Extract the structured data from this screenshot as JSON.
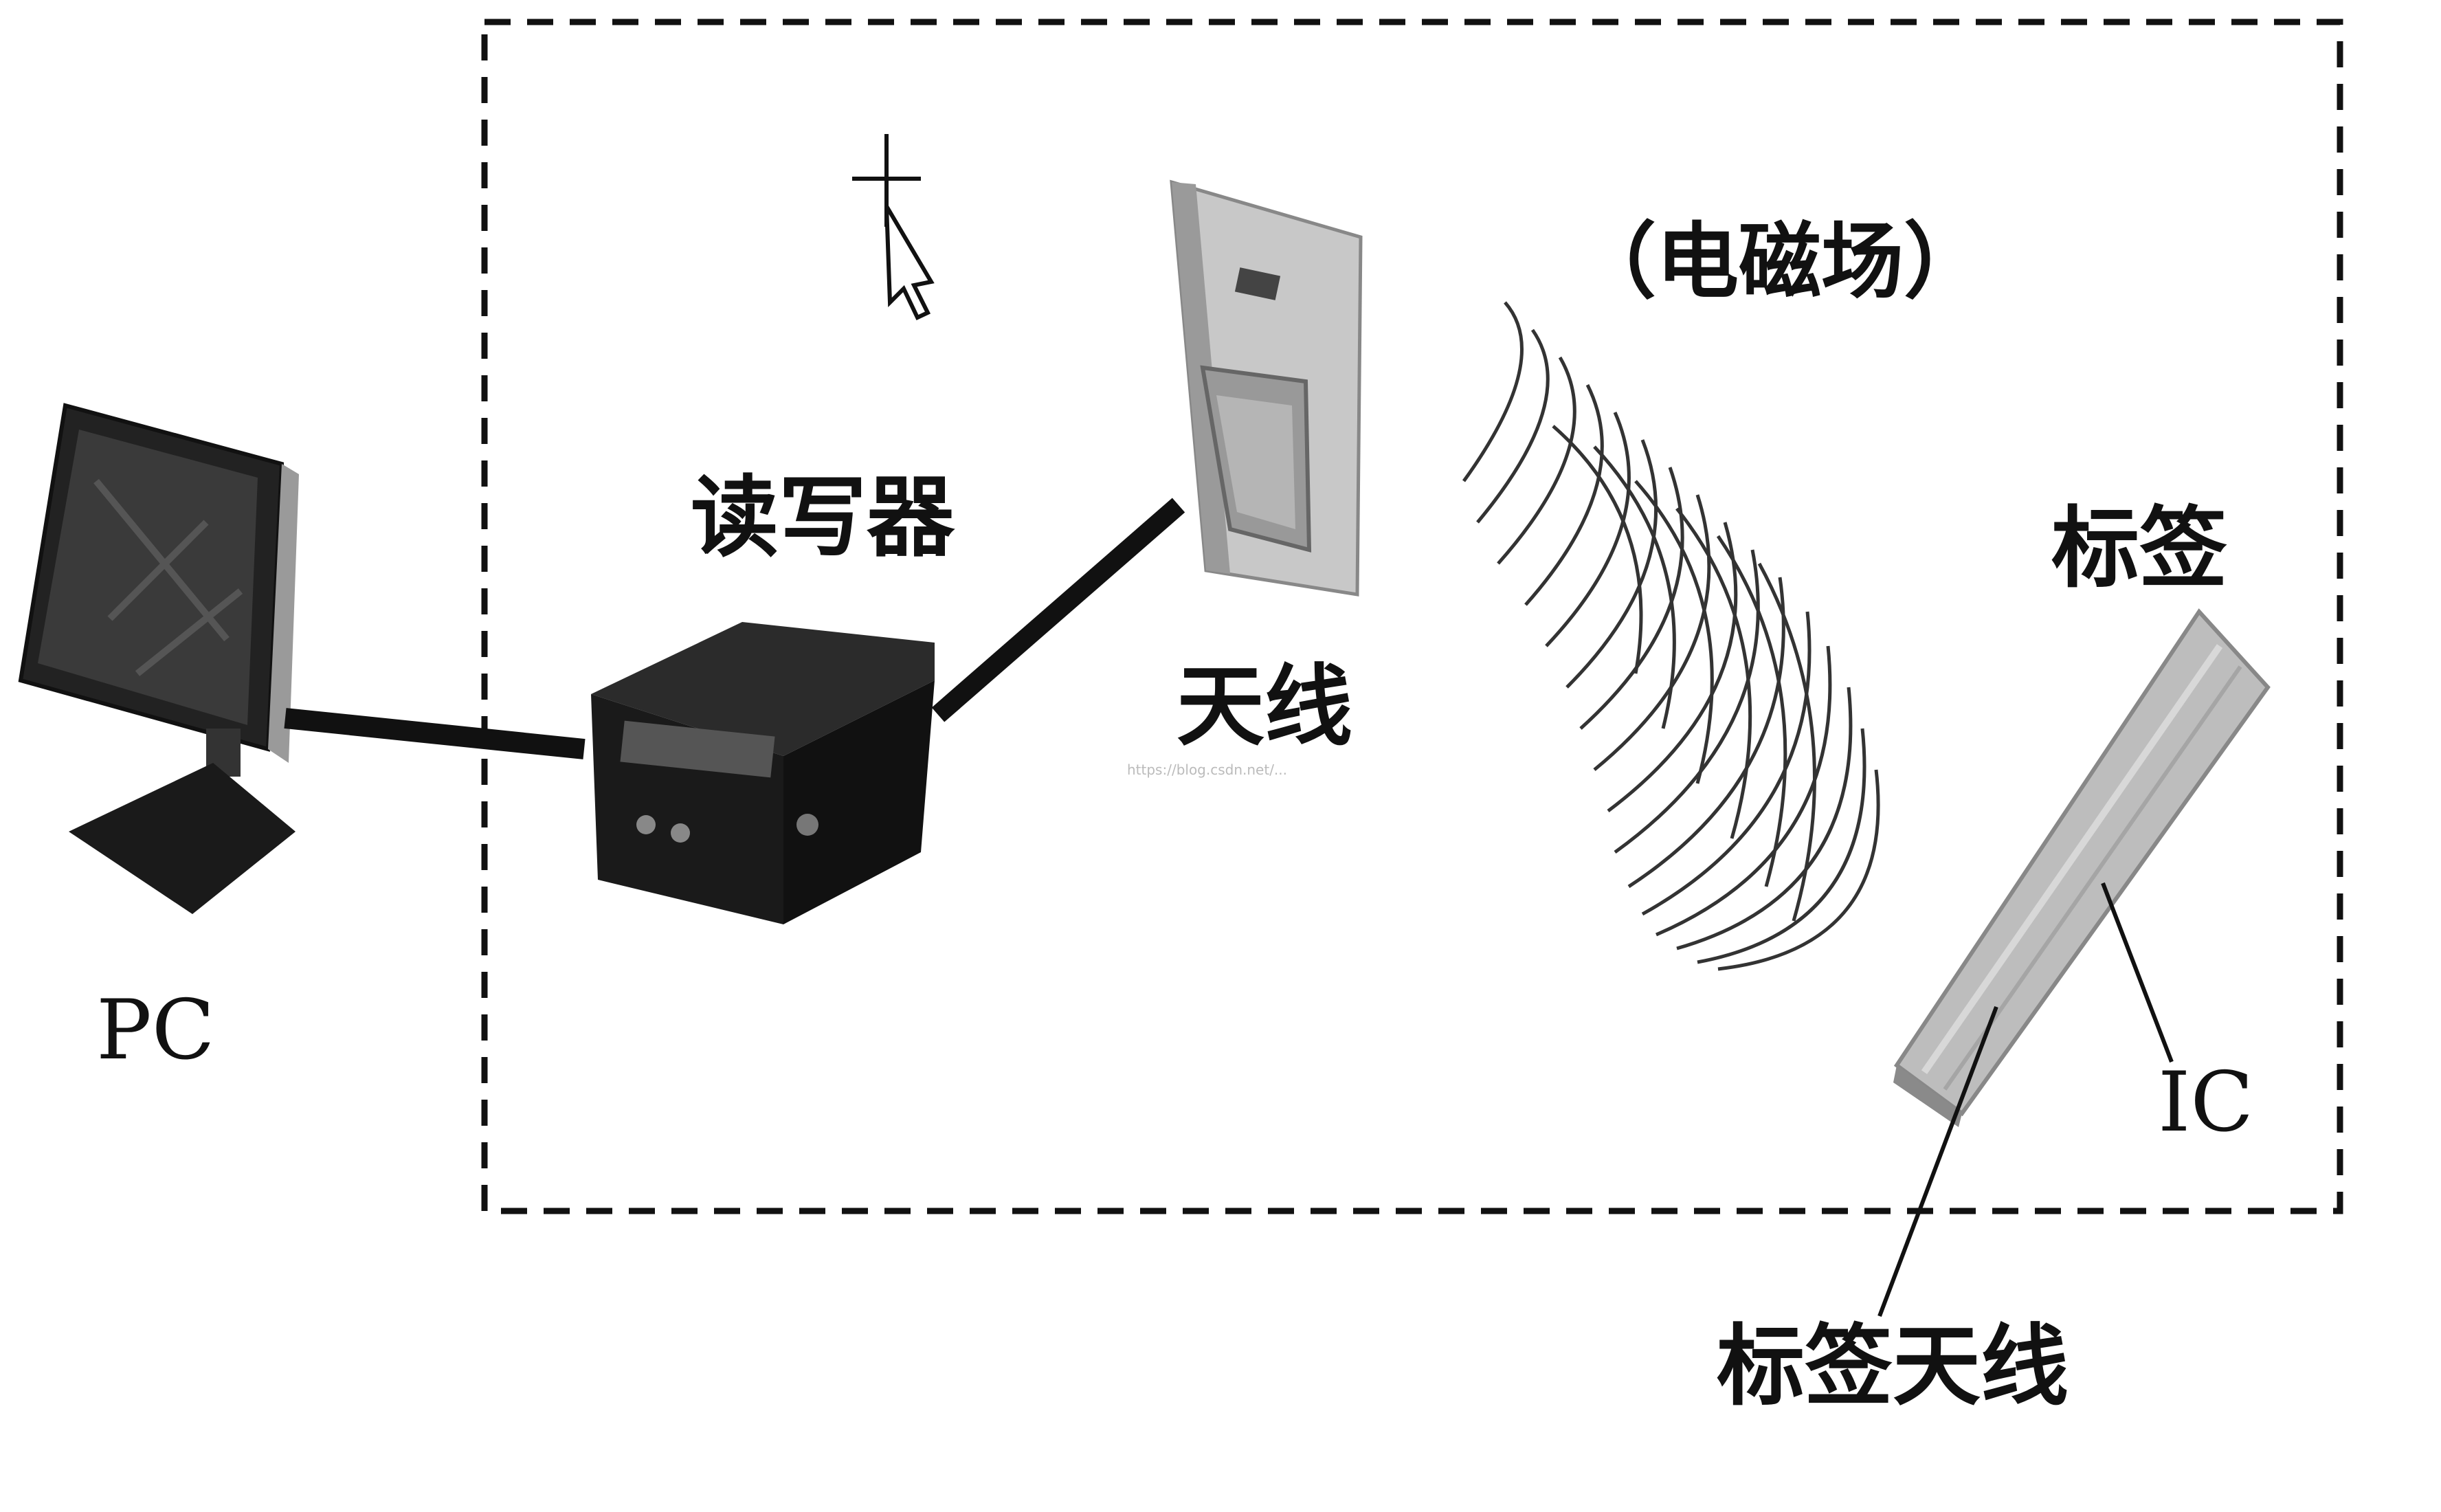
{
  "labels": {
    "pc": "PC",
    "reader": "读写器",
    "antenna": "天线",
    "field": "（电磁场）",
    "tag": "标签",
    "ic": "IC",
    "tag_antenna": "标签天线"
  },
  "watermark": "https://blog.csdn.net/...",
  "colors": {
    "line": "#111111",
    "background": "#ffffff",
    "device_dark": "#1a1a1a",
    "antenna_body": "#c8c8c8",
    "tag_body": "#bdbdbd"
  }
}
